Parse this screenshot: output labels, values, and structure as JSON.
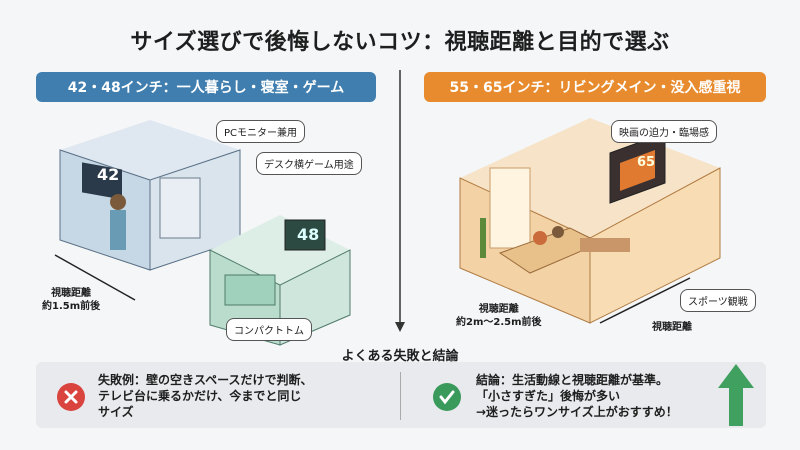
{
  "title": "サイズ選びで後悔しないコツ：視聴距離と目的で選ぶ",
  "left": {
    "banner": "42・48インチ：一人暮らし・寝室・ゲーム",
    "color": "#3f7eae",
    "tv1": "42",
    "tv2": "48",
    "callouts": [
      "PCモニター兼用",
      "デスク横ゲーム用途",
      "コンパクトトム"
    ],
    "distance": [
      "視聴距離",
      "約1.5m前後"
    ]
  },
  "right": {
    "banner": "55・65インチ：リビングメイン・没入感重視",
    "color": "#e88b2e",
    "tv": "65",
    "callouts": [
      "映画の迫力・臨場感",
      "スポーツ観戦"
    ],
    "distance": [
      "視聴距離",
      "約2m〜2.5m前後"
    ],
    "distance_short": "視聴距離"
  },
  "summary": {
    "heading": "よくある失敗と結論",
    "fail": [
      "失敗例：壁の空きスペースだけで判断、",
      "テレビ台に乗るかだけ、今までと同じ",
      "サイズ"
    ],
    "conclusion": [
      "結論：生活動線と視聴距離が基準。",
      "「小さすぎた」後悔が多い",
      "→迷ったらワンサイズ上がおすすめ！"
    ],
    "fail_icon": "x-circle-icon",
    "ok_icon": "check-circle-icon",
    "arrow_icon": "arrow-up-icon"
  }
}
